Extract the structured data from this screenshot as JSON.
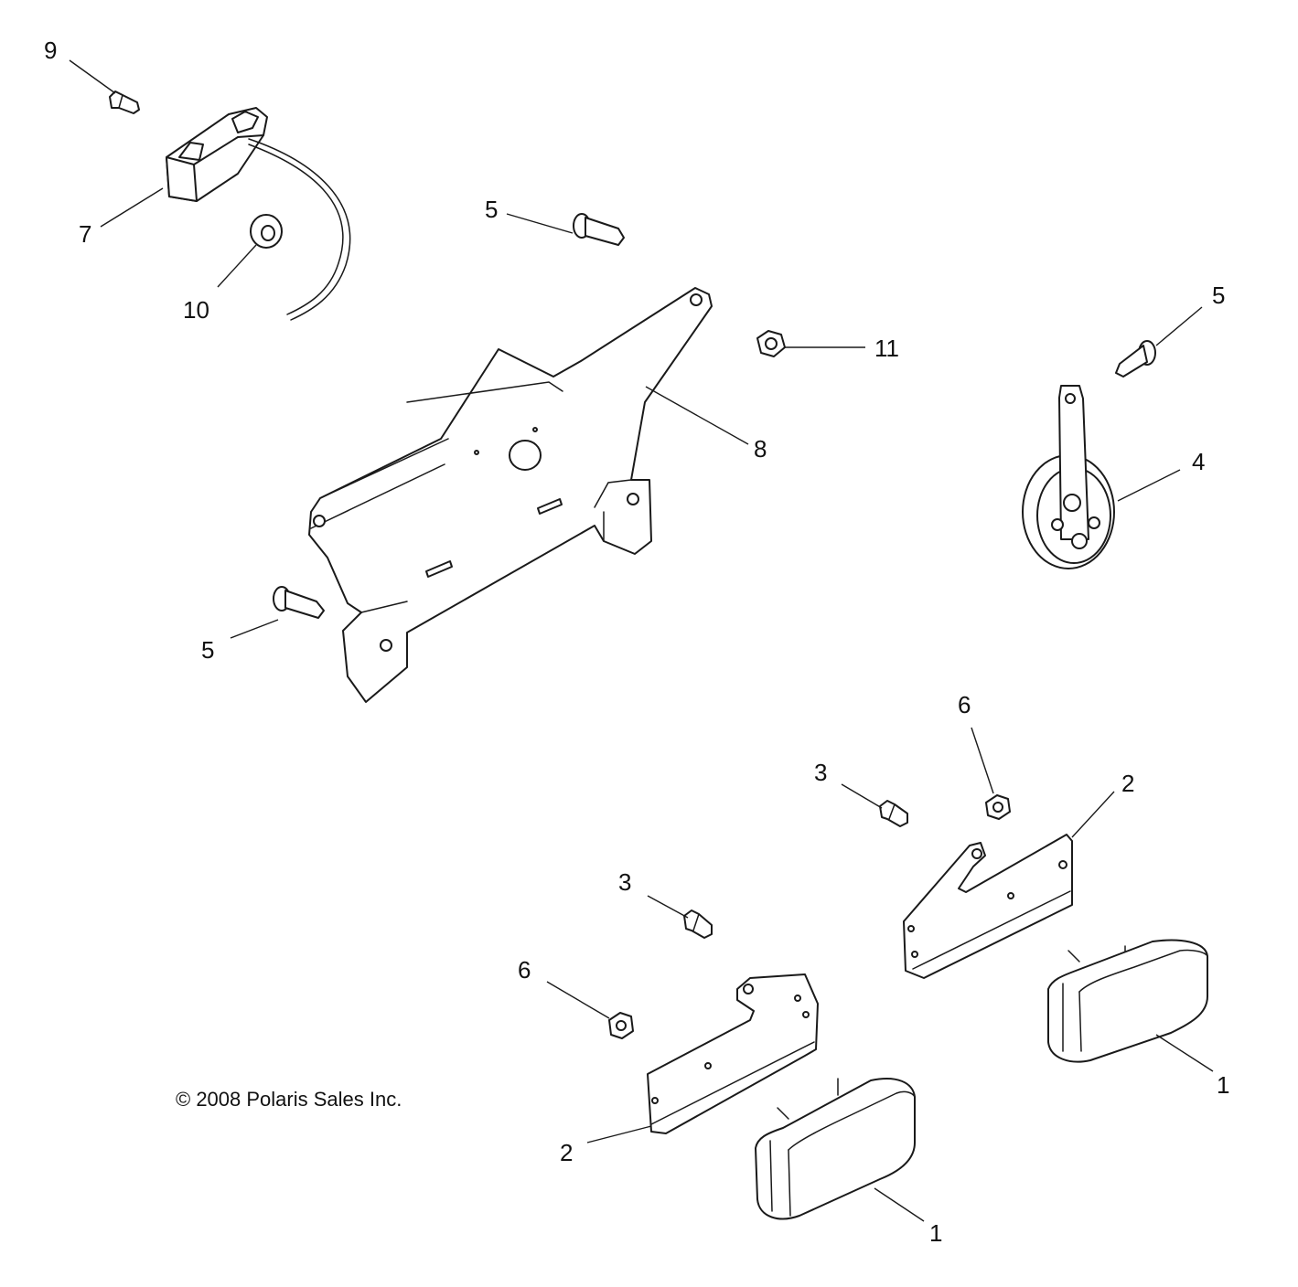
{
  "copyright": "© 2008 Polaris Sales Inc.",
  "callouts": [
    {
      "id": "c9",
      "label": "9"
    },
    {
      "id": "c7",
      "label": "7"
    },
    {
      "id": "c10",
      "label": "10"
    },
    {
      "id": "c5a",
      "label": "5"
    },
    {
      "id": "c11",
      "label": "11"
    },
    {
      "id": "c8",
      "label": "8"
    },
    {
      "id": "c5b",
      "label": "5"
    },
    {
      "id": "c4",
      "label": "4"
    },
    {
      "id": "c5c",
      "label": "5"
    },
    {
      "id": "c6a",
      "label": "6"
    },
    {
      "id": "c3a",
      "label": "3"
    },
    {
      "id": "c2a",
      "label": "2"
    },
    {
      "id": "c3b",
      "label": "3"
    },
    {
      "id": "c6b",
      "label": "6"
    },
    {
      "id": "c2b",
      "label": "2"
    },
    {
      "id": "c1a",
      "label": "1"
    },
    {
      "id": "c1b",
      "label": "1"
    }
  ]
}
